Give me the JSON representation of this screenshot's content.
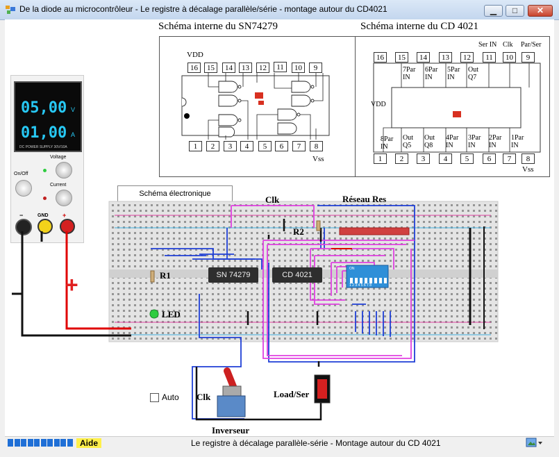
{
  "window": {
    "title": "De la diode au microcontrôleur - Le registre à décalage parallèle/série - montage autour du CD4021",
    "min_glyph": "▁",
    "max_glyph": "□",
    "close_glyph": "✕"
  },
  "schema_left": {
    "title": "Schéma interne du SN74279",
    "vdd": "VDD",
    "vss": "Vss",
    "top_pins": [
      "16",
      "15",
      "14",
      "13",
      "12",
      "11",
      "10",
      "9"
    ],
    "bottom_pins": [
      "1",
      "2",
      "3",
      "4",
      "5",
      "6",
      "7",
      "8"
    ]
  },
  "schema_right": {
    "title": "Schéma interne du CD 4021",
    "vdd": "VDD",
    "vss": "Vss",
    "top_pins": [
      "16",
      "15",
      "14",
      "13",
      "12",
      "11",
      "10",
      "9"
    ],
    "bottom_pins": [
      "1",
      "2",
      "3",
      "4",
      "5",
      "6",
      "7",
      "8"
    ],
    "top_labels": [
      "Ser IN",
      "Clk",
      "Par/Ser"
    ],
    "top_inner_labels": [
      "7Par IN",
      "6Par IN",
      "5Par IN",
      "Out Q7"
    ],
    "bottom_inner_labels": [
      "8Par IN",
      "Out Q5",
      "Out Q8",
      "4Par IN",
      "3Par IN",
      "2Par IN",
      "1Par IN"
    ]
  },
  "psu": {
    "voltage": "05,00",
    "voltage_unit": "V",
    "current": "01,00",
    "current_unit": "A",
    "caption": "DC POWER SUPPLY 30V/10A",
    "onoff": "On/Off",
    "voltage_label": "Voltage",
    "current_label": "Current",
    "minus": "−",
    "gnd": "GND",
    "plus": "+",
    "big_plus": "+"
  },
  "tab": {
    "label": "Schéma électronique"
  },
  "circuit": {
    "clk": "Clk",
    "reseau": "Réseau Res",
    "r2": "R2",
    "r1": "R1",
    "led": "LED",
    "chip1": "SN 74279",
    "chip2": "CD 4021",
    "inverseur": "Inverseur",
    "clk_switch": "Clk",
    "load_ser": "Load/Ser",
    "dip_on": "ON",
    "dip_nums": "1 2 3 4 5 6 7 8"
  },
  "controls": {
    "auto_label": "Auto",
    "auto_checked": false
  },
  "status": {
    "aide": "Aide",
    "message": "Le registre à décalage parallèle-série - Montage autour du CD 4021",
    "progress_segments": 10
  },
  "colors": {
    "lcd_text": "#27c8f4",
    "wire_blue": "#1f3fd6",
    "wire_magenta": "#e040e0",
    "wire_red": "#e00000",
    "wire_black": "#111111",
    "plus_red": "#e02020"
  }
}
